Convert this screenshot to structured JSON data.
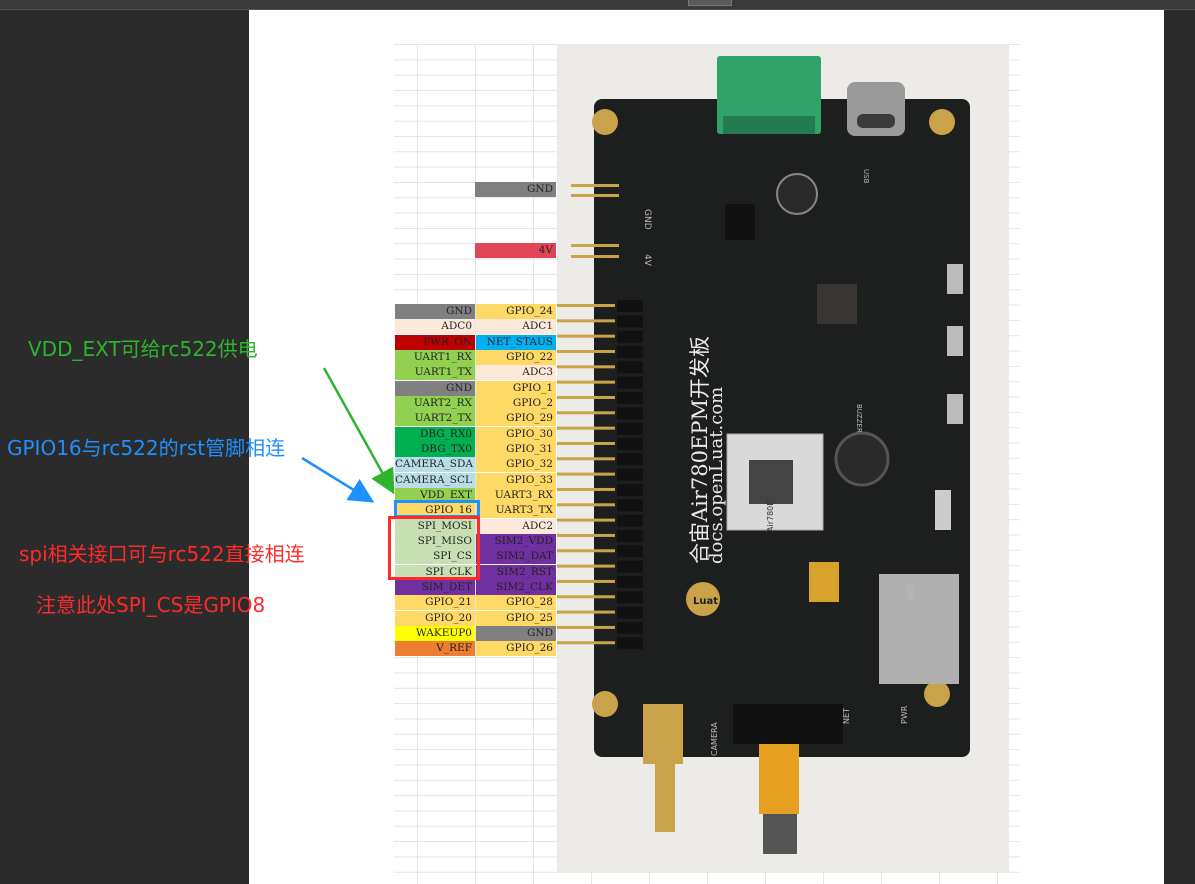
{
  "window": {
    "chrome_color": "#3a3a3a"
  },
  "pins_left": [
    {
      "label": "GND",
      "color": "#808080"
    },
    {
      "label": "ADC0",
      "color": "#fde9d9"
    },
    {
      "label": "PWR_ON",
      "color": "#c00000"
    },
    {
      "label": "UART1_RX",
      "color": "#92d050"
    },
    {
      "label": "UART1_TX",
      "color": "#92d050"
    },
    {
      "label": "GND",
      "color": "#808080"
    },
    {
      "label": "UART2_RX",
      "color": "#92d050"
    },
    {
      "label": "UART2_TX",
      "color": "#92d050"
    },
    {
      "label": "DBG_RX0",
      "color": "#00b050"
    },
    {
      "label": "DBG_TX0",
      "color": "#00b050"
    },
    {
      "label": "CAMERA_SDA",
      "color": "#b7dee8"
    },
    {
      "label": "CAMERA_SCL",
      "color": "#b7dee8"
    },
    {
      "label": "VDD_EXT",
      "color": "#92d050"
    },
    {
      "label": "GPIO_16",
      "color": "#ffd966"
    },
    {
      "label": "SPI_MOSI",
      "color": "#c6e0b4"
    },
    {
      "label": "SPI_MISO",
      "color": "#c6e0b4"
    },
    {
      "label": "SPI_CS",
      "color": "#c6e0b4"
    },
    {
      "label": "SPI_CLK",
      "color": "#c6e0b4"
    },
    {
      "label": "SIM_DET",
      "color": "#7030a0"
    },
    {
      "label": "GPIO_21",
      "color": "#ffd966"
    },
    {
      "label": "GPIO_20",
      "color": "#ffd966"
    },
    {
      "label": "WAKEUP0",
      "color": "#ffff00"
    },
    {
      "label": "V_REF",
      "color": "#ed7d31"
    }
  ],
  "pins_right": [
    {
      "label": "GPIO_24",
      "color": "#ffd966"
    },
    {
      "label": "ADC1",
      "color": "#fde9d9"
    },
    {
      "label": "NET_STAUS",
      "color": "#00b0f0"
    },
    {
      "label": "GPIO_22",
      "color": "#ffd966"
    },
    {
      "label": "ADC3",
      "color": "#fde9d9"
    },
    {
      "label": "GPIO_1",
      "color": "#ffd966"
    },
    {
      "label": "GPIO_2",
      "color": "#ffd966"
    },
    {
      "label": "GPIO_29",
      "color": "#ffd966"
    },
    {
      "label": "GPIO_30",
      "color": "#ffd966"
    },
    {
      "label": "GPIO_31",
      "color": "#ffd966"
    },
    {
      "label": "GPIO_32",
      "color": "#ffd966"
    },
    {
      "label": "GPIO_33",
      "color": "#ffd966"
    },
    {
      "label": "UART3_RX",
      "color": "#ffd966"
    },
    {
      "label": "UART3_TX",
      "color": "#ffd966"
    },
    {
      "label": "ADC2",
      "color": "#fde9d9"
    },
    {
      "label": "SIM2_VDD",
      "color": "#7030a0"
    },
    {
      "label": "SIM2_DAT",
      "color": "#7030a0"
    },
    {
      "label": "SIM2_RST",
      "color": "#7030a0"
    },
    {
      "label": "SIM2_CLK",
      "color": "#7030a0"
    },
    {
      "label": "GPIO_28",
      "color": "#ffd966"
    },
    {
      "label": "GPIO_25",
      "color": "#ffd966"
    },
    {
      "label": "GND",
      "color": "#808080"
    },
    {
      "label": "GPIO_26",
      "color": "#ffd966"
    }
  ],
  "header_pins": {
    "gnd": "GND",
    "v4": "4V"
  },
  "annotations": {
    "vdd_ext": "VDD_EXT可给rc522供电",
    "gpio16": "GPIO16与rc522的rst管脚相连",
    "spi": "spi相关接口可与rc522直接相连",
    "spi_cs_note": "注意此处SPI_CS是GPIO8"
  },
  "annotation_colors": {
    "green": "#2db52d",
    "blue": "#1e90ff",
    "red": "#ff2a2a"
  },
  "board": {
    "title": "合宙Air780EPM开发板",
    "url": "docs.openLuat.com",
    "module": "Air780E",
    "brand": "Luat",
    "silk_gnd": "GND",
    "silk_4v": "4V",
    "silk_sim": "SIM",
    "silk_camera": "CAMERA",
    "silk_buzzer": "BUZZER",
    "silk_usb": "USB",
    "silk_net": "NET",
    "silk_pwr": "PWR"
  }
}
